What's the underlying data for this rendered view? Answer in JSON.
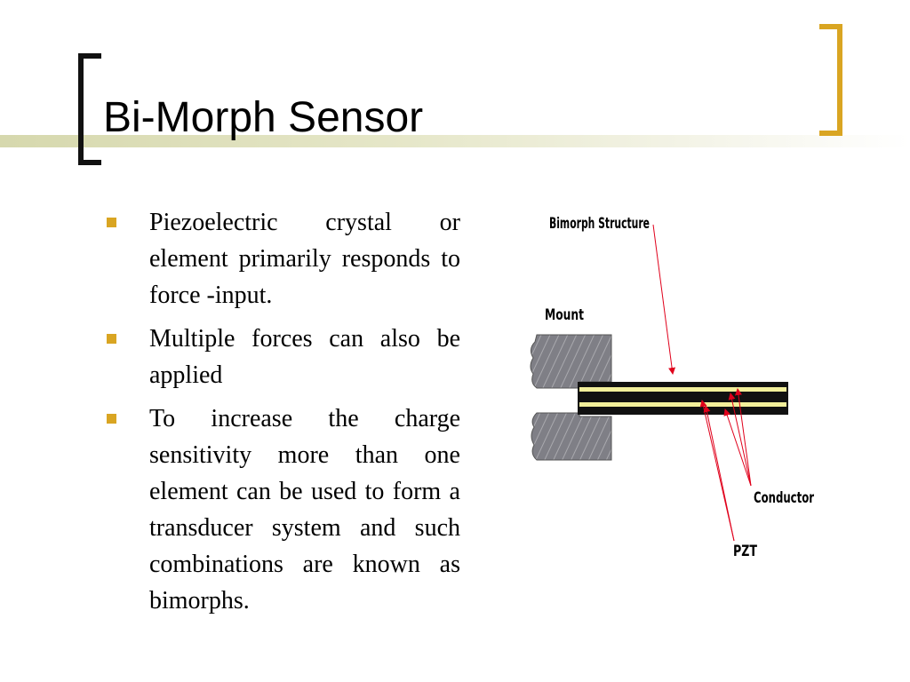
{
  "slide": {
    "title": "Bi-Morph Sensor",
    "bullets": [
      "Piezoelectric crystal or element primarily responds to force -input.",
      "Multiple forces can also be applied",
      "To increase the charge sensitivity more than one element can be used to form a transducer system and such combinations are known as bimorphs."
    ]
  },
  "diagram": {
    "labels": {
      "structure": "Bimorph Structure",
      "mount": "Mount",
      "conductor": "Conductor",
      "pzt": "PZT"
    }
  },
  "colors": {
    "accent": "#d9a522",
    "title_bar": "#d6d8ad",
    "layer_yellow": "#f2ef9a",
    "mount": "#7f7f86",
    "arrow": "#e0001b"
  }
}
